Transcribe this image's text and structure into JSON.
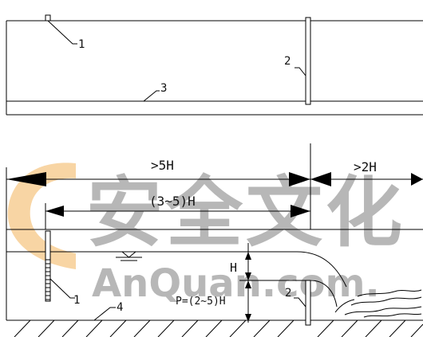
{
  "plan_view": {
    "callouts": [
      "1",
      "2",
      "3"
    ]
  },
  "section_view": {
    "dims": {
      "upstream_span": ">5H",
      "downstream_span": ">2H",
      "gauge_span": "(3~5)H",
      "head": "H",
      "crest_height": "P=(2~5)H"
    },
    "callouts": [
      "1",
      "2",
      "4"
    ]
  },
  "watermark": {
    "chinese": "安全文化",
    "latin": "AnQuan.com."
  },
  "colors": {
    "line": "#000000",
    "watermark_gray": "#9a9a9a",
    "watermark_orange": "#f2b35a"
  }
}
